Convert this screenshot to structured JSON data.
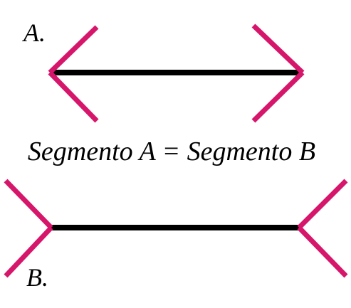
{
  "labels": {
    "figure_a": "A.",
    "figure_b": "B.",
    "caption": "Segmento A = Segmento B"
  },
  "colors": {
    "shaft": "#000000",
    "fins": "#d6166a",
    "background": "#ffffff",
    "text": "#000000"
  }
}
